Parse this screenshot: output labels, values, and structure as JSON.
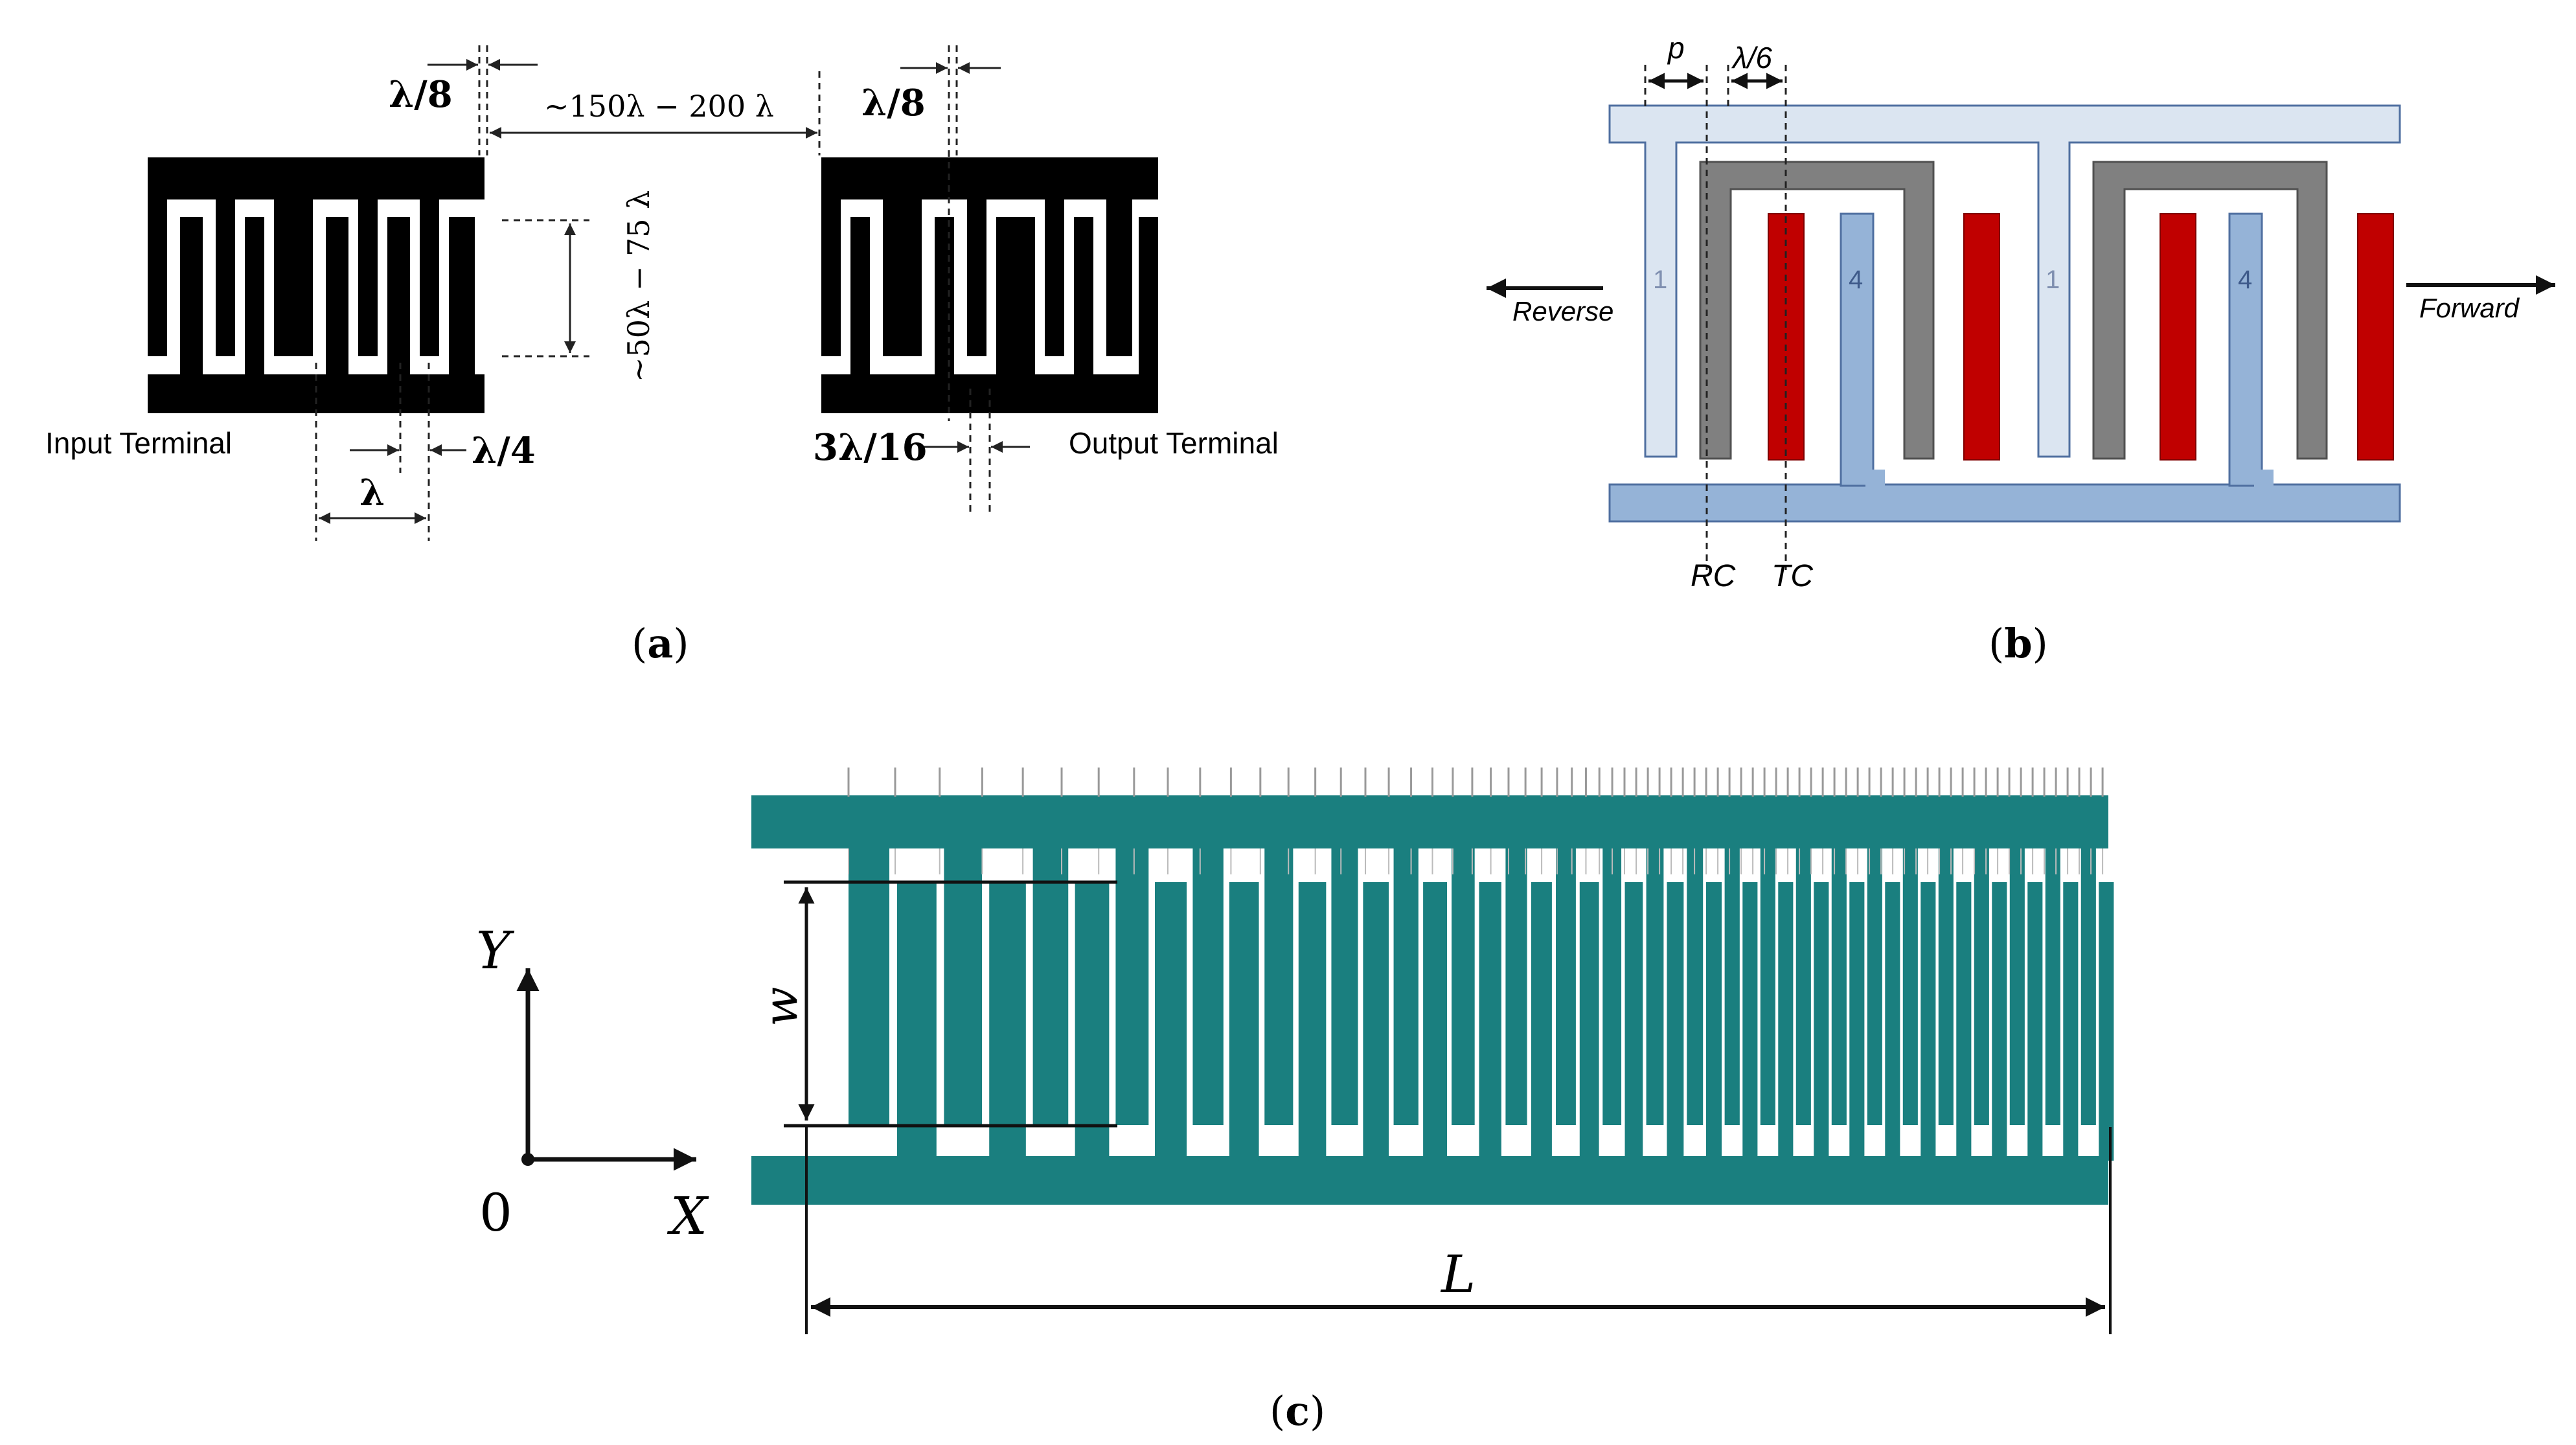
{
  "panel_a": {
    "label_a": "a",
    "lambda_8_left": "λ/8",
    "lambda_8_right": "λ/8",
    "gap_range": "~150λ − 200 λ",
    "aperture_range": "~50λ − 75 λ",
    "input_terminal": "Input Terminal",
    "output_terminal": "Output Terminal",
    "lambda_4": "λ/4",
    "lambda": "λ",
    "three_lambda_16": "3λ/16"
  },
  "panel_b": {
    "label_b": "b",
    "p": "p",
    "lambda_6": "λ/6",
    "reverse": "Reverse",
    "forward": "Forward",
    "num_1a": "1",
    "num_4a": "4",
    "num_1b": "1",
    "num_4b": "4",
    "rc": "RC",
    "tc": "TC",
    "colors": {
      "busbar": "#dbe5f1",
      "lower": "#95b3d7",
      "grey": "#808080",
      "red": "#c00000"
    }
  },
  "panel_c": {
    "label_c": "c",
    "y_axis": "Y",
    "x_axis": "X",
    "origin": "0",
    "w": "w",
    "L": "L",
    "color": "#1a7f7f"
  }
}
